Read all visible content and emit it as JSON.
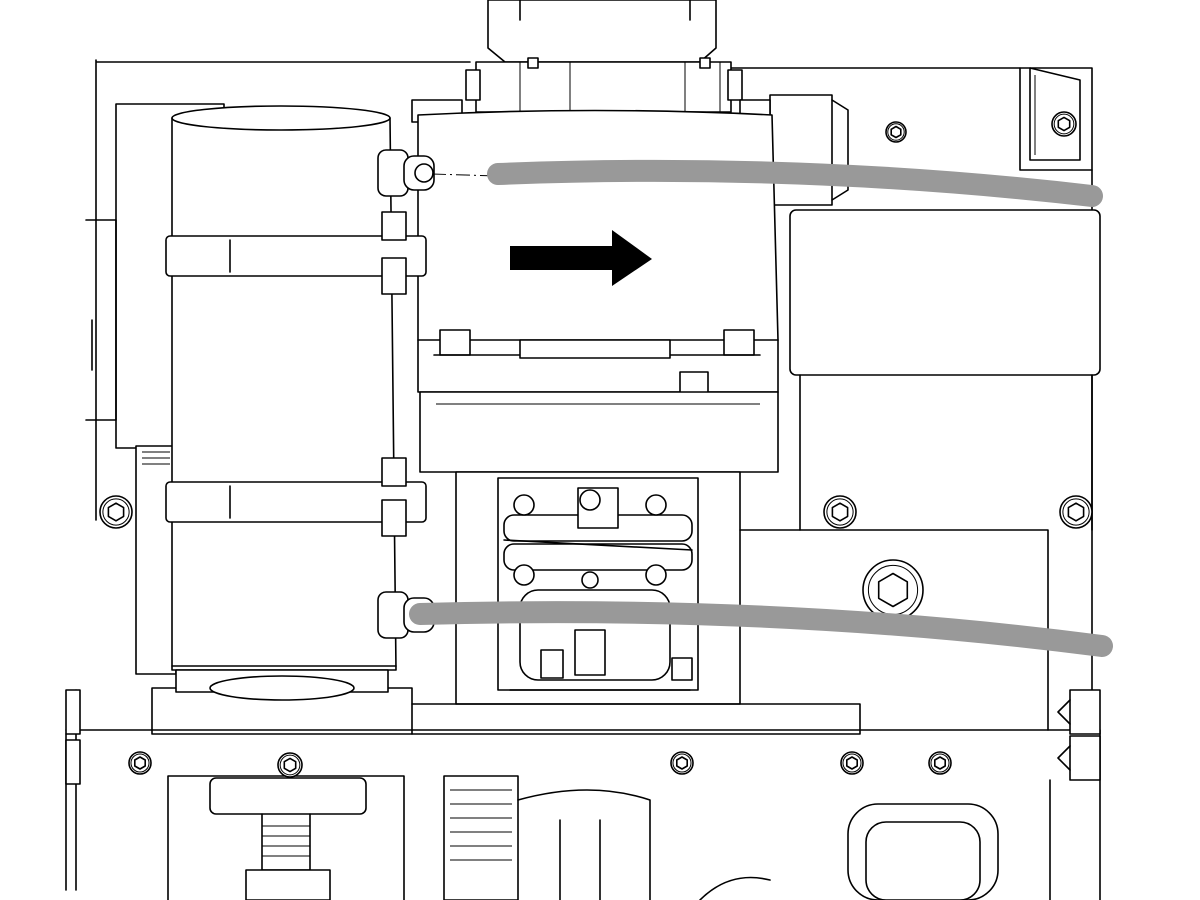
{
  "drawing": {
    "view": "mechanical-assembly-line-drawing",
    "line_color": "#000000",
    "background_color": "#ffffff",
    "hose_color": "#999999",
    "arrow_color": "#000000",
    "flow_arrow_direction": "right",
    "hose_count": 2,
    "text_labels": []
  }
}
